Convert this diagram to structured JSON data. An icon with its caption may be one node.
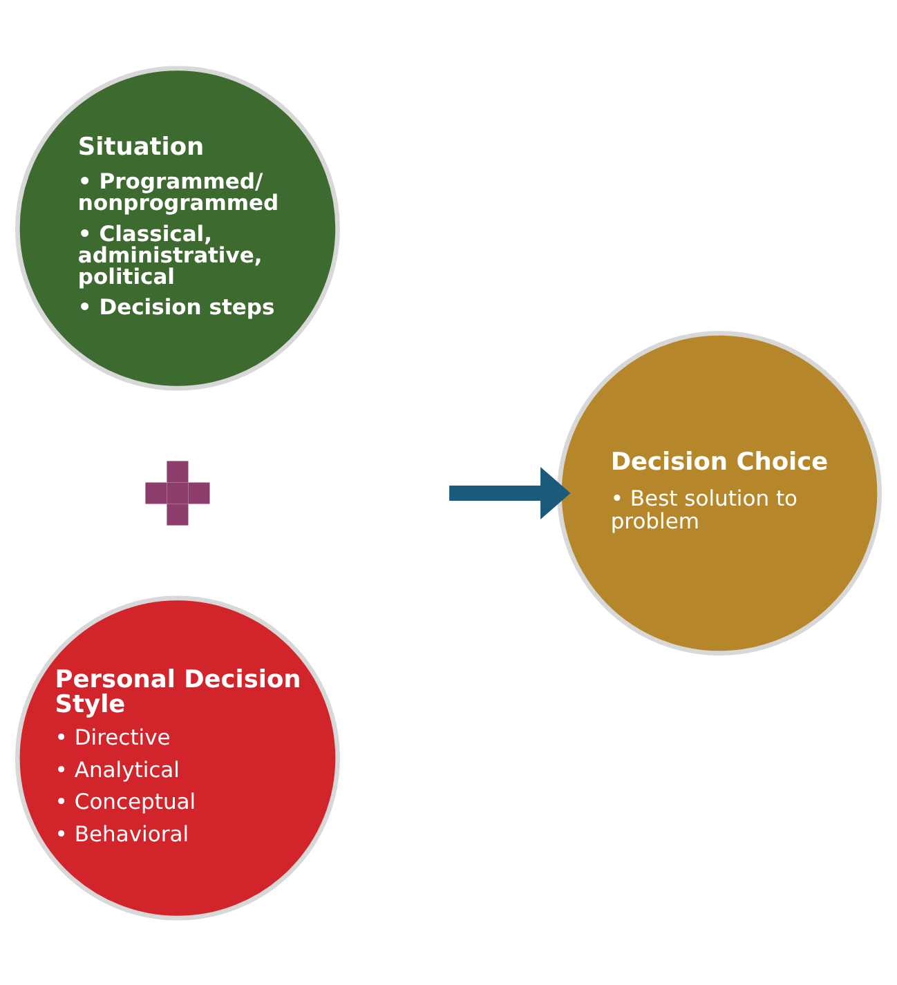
{
  "diagram": {
    "nodes": [
      {
        "text": [
          "Situation",
          "• Programmed/ nonprogrammed",
          "• Classical, administrative, political",
          "• Decision steps"
        ]
      },
      {
        "text": [
          "Personal Decision Style",
          "• Directive",
          "• Analytical",
          "• Conceptual",
          "• Behavioral"
        ]
      },
      {
        "text": [
          "Decision Choice",
          "• Best solution to problem"
        ]
      },
      {
        "text": [],
        "shape": "plus"
      }
    ],
    "edges": [
      {
        "from": null,
        "to": 2,
        "arrow": "to"
      }
    ]
  }
}
